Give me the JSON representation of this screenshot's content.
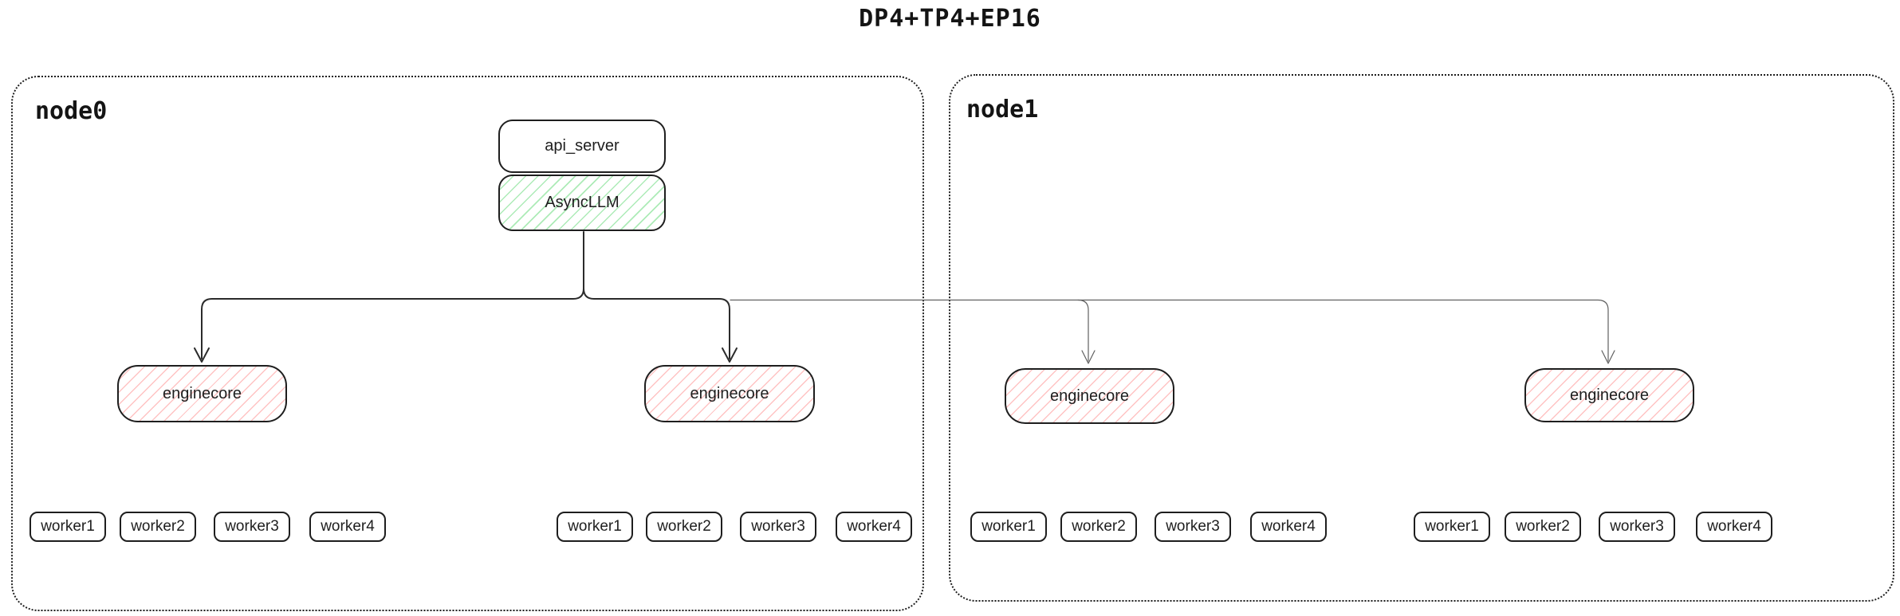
{
  "title": "DP4+TP4+EP16",
  "colors": {
    "stroke": "#1e1e1e",
    "async_llm_hatch": "#69db7c",
    "enginecore_hatch": "#ff8787",
    "background": "#ffffff"
  },
  "nodes": [
    {
      "label": "node0",
      "api_server_label": "api_server",
      "async_llm_label": "AsyncLLM",
      "enginecores": [
        {
          "label": "enginecore",
          "workers": [
            "worker1",
            "worker2",
            "worker3",
            "worker4"
          ]
        },
        {
          "label": "enginecore",
          "workers": [
            "worker1",
            "worker2",
            "worker3",
            "worker4"
          ]
        }
      ]
    },
    {
      "label": "node1",
      "enginecores": [
        {
          "label": "enginecore",
          "workers": [
            "worker1",
            "worker2",
            "worker3",
            "worker4"
          ]
        },
        {
          "label": "enginecore",
          "workers": [
            "worker1",
            "worker2",
            "worker3",
            "worker4"
          ]
        }
      ]
    }
  ]
}
